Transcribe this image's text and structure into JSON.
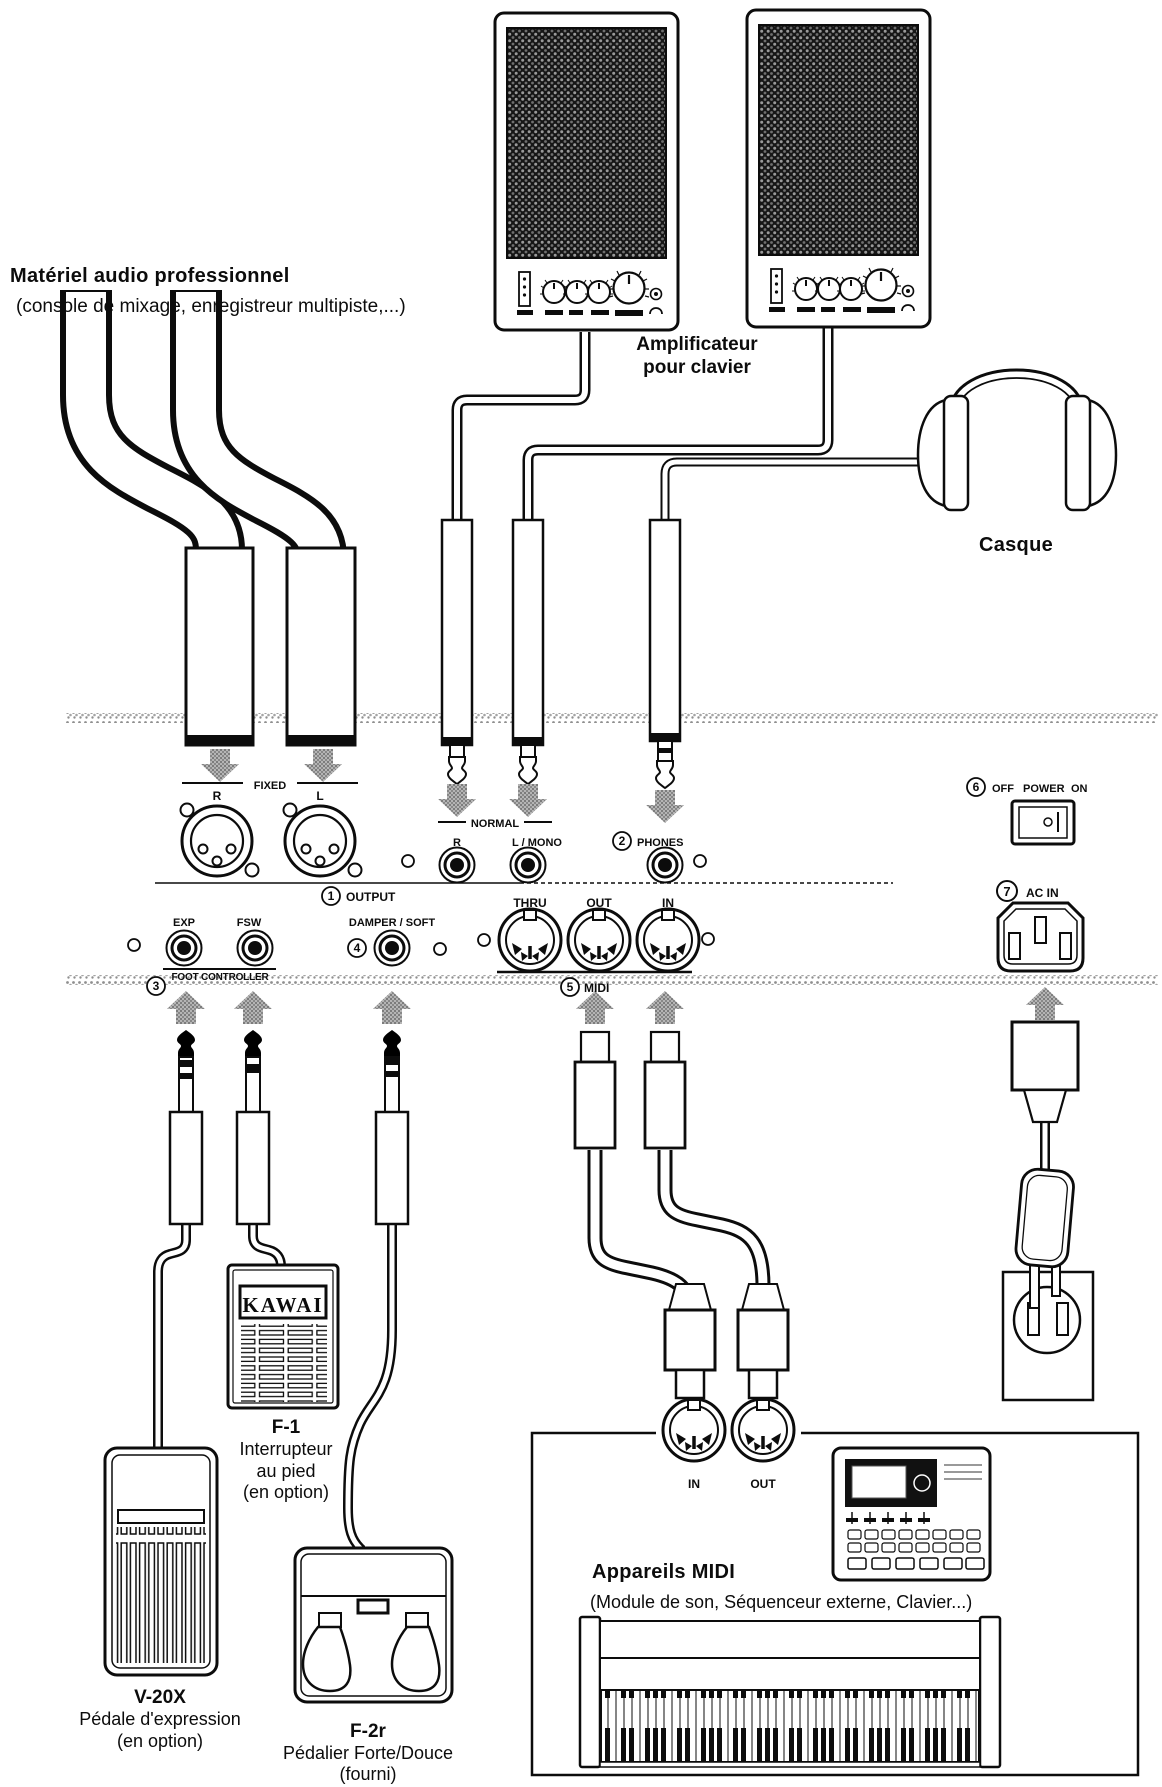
{
  "title": {
    "line1": "Matériel audio professionnel",
    "line2": "(console de mixage, enregistreur multipiste,...)"
  },
  "amplifier": {
    "label1": "Amplificateur",
    "label2": "pour clavier"
  },
  "headphones": {
    "label": "Casque"
  },
  "panel": {
    "fixed": {
      "label": "FIXED",
      "r": "R",
      "l": "L"
    },
    "output": {
      "num": "1",
      "label": "OUTPUT"
    },
    "normal": {
      "label": "NORMAL",
      "r": "R",
      "l": "L / MONO"
    },
    "phones": {
      "num": "2",
      "label": "PHONES"
    },
    "foot_controller": {
      "num": "3",
      "label": "FOOT CONTROLLER",
      "exp": "EXP",
      "fsw": "FSW"
    },
    "damper": {
      "num": "4",
      "label": "DAMPER / SOFT"
    },
    "midi": {
      "num": "5",
      "label": "MIDI",
      "thru": "THRU",
      "out": "OUT",
      "in": "IN"
    },
    "power": {
      "num": "6",
      "off": "OFF",
      "label": "POWER",
      "on": "ON"
    },
    "ac_in": {
      "num": "7",
      "label": "AC IN"
    }
  },
  "devices": {
    "v20x": {
      "name": "V-20X",
      "desc": "Pédale d'expression",
      "note": "(en option)"
    },
    "f1": {
      "logo": "KAWAI",
      "name": "F-1",
      "desc1": "Interrupteur",
      "desc2": "au pied",
      "note": "(en option)"
    },
    "f2r": {
      "name": "F-2r",
      "desc": "Pédalier Forte/Douce",
      "note": "(fourni)"
    },
    "midi_devices": {
      "title": "Appareils MIDI",
      "subtitle": "(Module de son, Séquenceur externe, Clavier...)",
      "in": "IN",
      "out": "OUT"
    }
  }
}
